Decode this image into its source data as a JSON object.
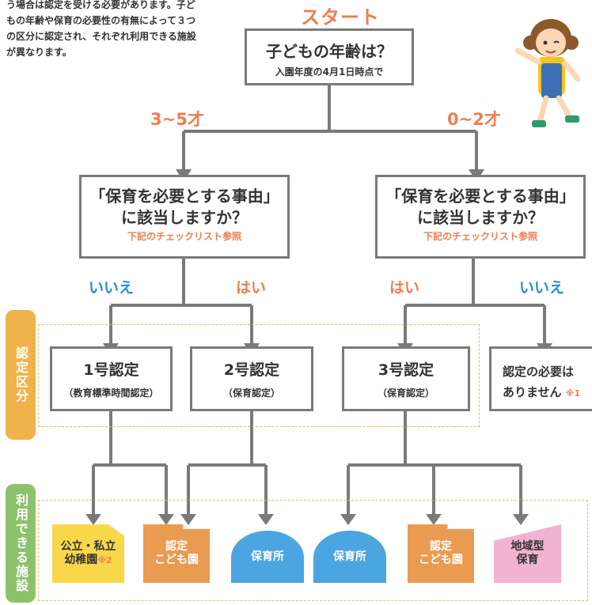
{
  "intro_text": "う場合は認定を受ける必要があります。子どもの年齢や保育の必要性の有無によって３つの区分に認定され、それぞれ利用できる施設が異なります。",
  "start_label": "スタート",
  "age_question": {
    "main": "子どもの年齢は？",
    "sub": "入園年度の4月1日時点で"
  },
  "age_branches": {
    "left": "3~5才",
    "right": "0~2才"
  },
  "need_question": {
    "line1": "「保育を必要とする事由」",
    "line2": "に該当しますか？",
    "note": "下記のチェックリスト参照"
  },
  "answers": {
    "no": "いいえ",
    "yes": "はい"
  },
  "section_labels": {
    "certification": "認定区分",
    "facilities": "利用できる施設"
  },
  "certifications": [
    {
      "title": "1号認定",
      "sub": "（教育標準時間認定）"
    },
    {
      "title": "2号認定",
      "sub": "（保育認定）"
    },
    {
      "title": "3号認定",
      "sub": "（保育認定）"
    },
    {
      "title_line1": "認定の必要は",
      "title_line2": "ありません",
      "note": "※1"
    }
  ],
  "facilities": {
    "yochien": {
      "line1": "公立・私立",
      "line2": "幼稚園",
      "note": "※2"
    },
    "kodomo": {
      "line1": "認定",
      "line2": "こども園"
    },
    "hoikusho": "保育所",
    "chiiki": {
      "line1": "地域型",
      "line2": "保育"
    }
  },
  "colors": {
    "orange": "#ef7d4f",
    "blue": "#2b8fd0",
    "line_gray": "#7a7a7a",
    "tab_yellow": "#f0b24a",
    "tab_green": "#8dc26c"
  }
}
